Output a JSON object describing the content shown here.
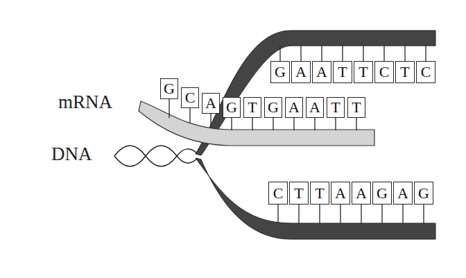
{
  "diagram": {
    "nodes": [
      {
        "text": [
          "G"
        ]
      },
      {
        "text": [
          "A"
        ]
      },
      {
        "text": [
          "A"
        ]
      },
      {
        "text": [
          "T"
        ]
      },
      {
        "text": [
          "T"
        ]
      },
      {
        "text": [
          "C"
        ]
      },
      {
        "text": [
          "T"
        ]
      },
      {
        "text": [
          "C"
        ]
      },
      {
        "text": [
          "G"
        ]
      },
      {
        "text": [
          "C"
        ]
      },
      {
        "text": [
          "A"
        ]
      },
      {
        "text": [
          "G"
        ]
      },
      {
        "text": [
          "T"
        ]
      },
      {
        "text": [
          "G"
        ]
      },
      {
        "text": [
          "A"
        ]
      },
      {
        "text": [
          "A"
        ]
      },
      {
        "text": [
          "T"
        ]
      },
      {
        "text": [
          "T"
        ]
      },
      {
        "text": [
          "C"
        ]
      },
      {
        "text": [
          "T"
        ]
      },
      {
        "text": [
          "T"
        ]
      },
      {
        "text": [
          "A"
        ]
      },
      {
        "text": [
          "A"
        ]
      },
      {
        "text": [
          "G"
        ]
      },
      {
        "text": [
          "A"
        ]
      },
      {
        "text": [
          "G"
        ]
      }
    ],
    "labels": [
      "mRNA",
      "DNA"
    ]
  }
}
